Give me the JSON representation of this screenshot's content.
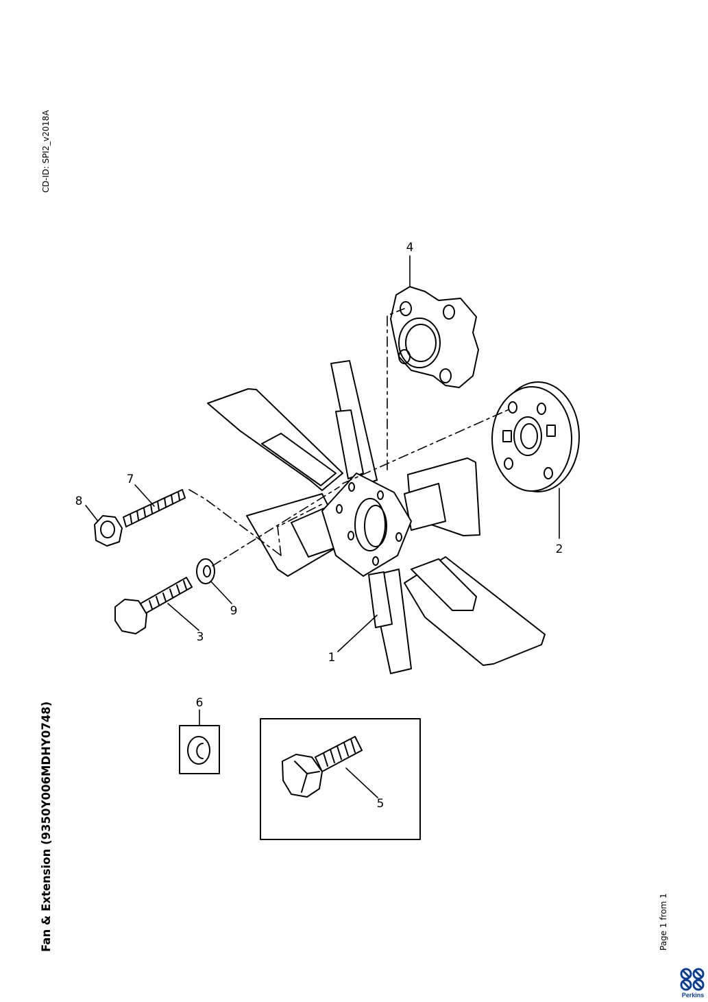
{
  "header": {
    "cd_id": "CD-ID: SPI2_v2018A"
  },
  "title": "Fan & Extension (9350Y006MDHY0748)",
  "footer": {
    "page": "Page 1 from 1"
  },
  "logo": {
    "text": "Perkins",
    "color": "#0a3d91"
  },
  "callouts": {
    "c1": "1",
    "c2": "2",
    "c3": "3",
    "c4": "4",
    "c5": "5",
    "c6": "6",
    "c7": "7",
    "c8": "8",
    "c9": "9"
  }
}
